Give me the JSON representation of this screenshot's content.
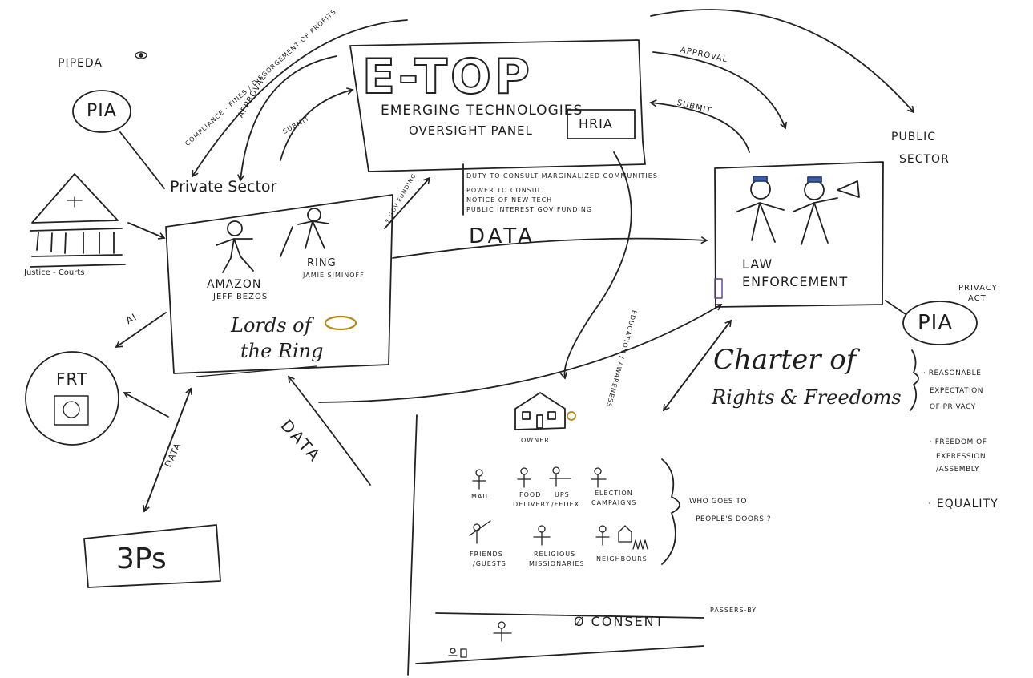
{
  "etop": {
    "title": "E-TOP",
    "subtitle_line1": "Emerging Technologies",
    "subtitle_line2": "Oversight Panel",
    "badge": "HRIA",
    "notes": [
      "Duty to consult marginalized communities",
      "Power to consult",
      "Notice of new tech",
      "Public interest gov funding"
    ]
  },
  "left": {
    "pipeda": "PIPEDA",
    "pia": "PIA",
    "courts_label": "Justice - Courts",
    "private_sector": "Private Sector",
    "frt": "FRT",
    "third_parties": "3Ps"
  },
  "private_box": {
    "amazon_line1": "Amazon",
    "amazon_line2": "Jeff Bezos",
    "ring_line1": "Ring",
    "ring_line2": "Jamie Siminoff",
    "lords_line1": "Lords of",
    "lords_line2": "the Ring"
  },
  "law_box": {
    "line1": "Law",
    "line2": "Enforcement"
  },
  "right": {
    "public_sector_line1": "Public",
    "public_sector_line2": "Sector",
    "privacy_act_line1": "Privacy",
    "privacy_act_line2": "Act",
    "pia": "PIA",
    "charter_line1": "Charter of",
    "charter_line2": "Rights & Freedoms",
    "rights": [
      [
        "· Reasonable",
        "expectation",
        "of privacy"
      ],
      [
        "· Freedom of",
        "expression",
        "/assembly"
      ],
      [
        "· Equality"
      ]
    ]
  },
  "arrows": {
    "compliance": "Compliance · Fines / Disgorgement of Profits",
    "approval_left": "Approval",
    "submit_left": "Submit",
    "approval_right": "Approval",
    "submit_right": "Submit",
    "gov_funding": "$ Gov funding",
    "data_main": "DATA",
    "data_lower": "DATA",
    "data_3ps": "DATA",
    "ai": "AI",
    "education": "Education / awareness"
  },
  "door_box": {
    "owner": "Owner",
    "visitors": [
      [
        "Mail"
      ],
      [
        "Food",
        "Delivery"
      ],
      [
        "UPS",
        "/FedEx"
      ],
      [
        "Election",
        "Campaigns"
      ],
      [
        "Friends",
        "/Guests"
      ],
      [
        "Religious",
        "Missionaries"
      ],
      [
        "Neighbours"
      ]
    ],
    "question_line1": "Who goes to",
    "question_line2": "People's doors ?",
    "consent": "Ø Consent",
    "passersby": "Passers-by"
  }
}
